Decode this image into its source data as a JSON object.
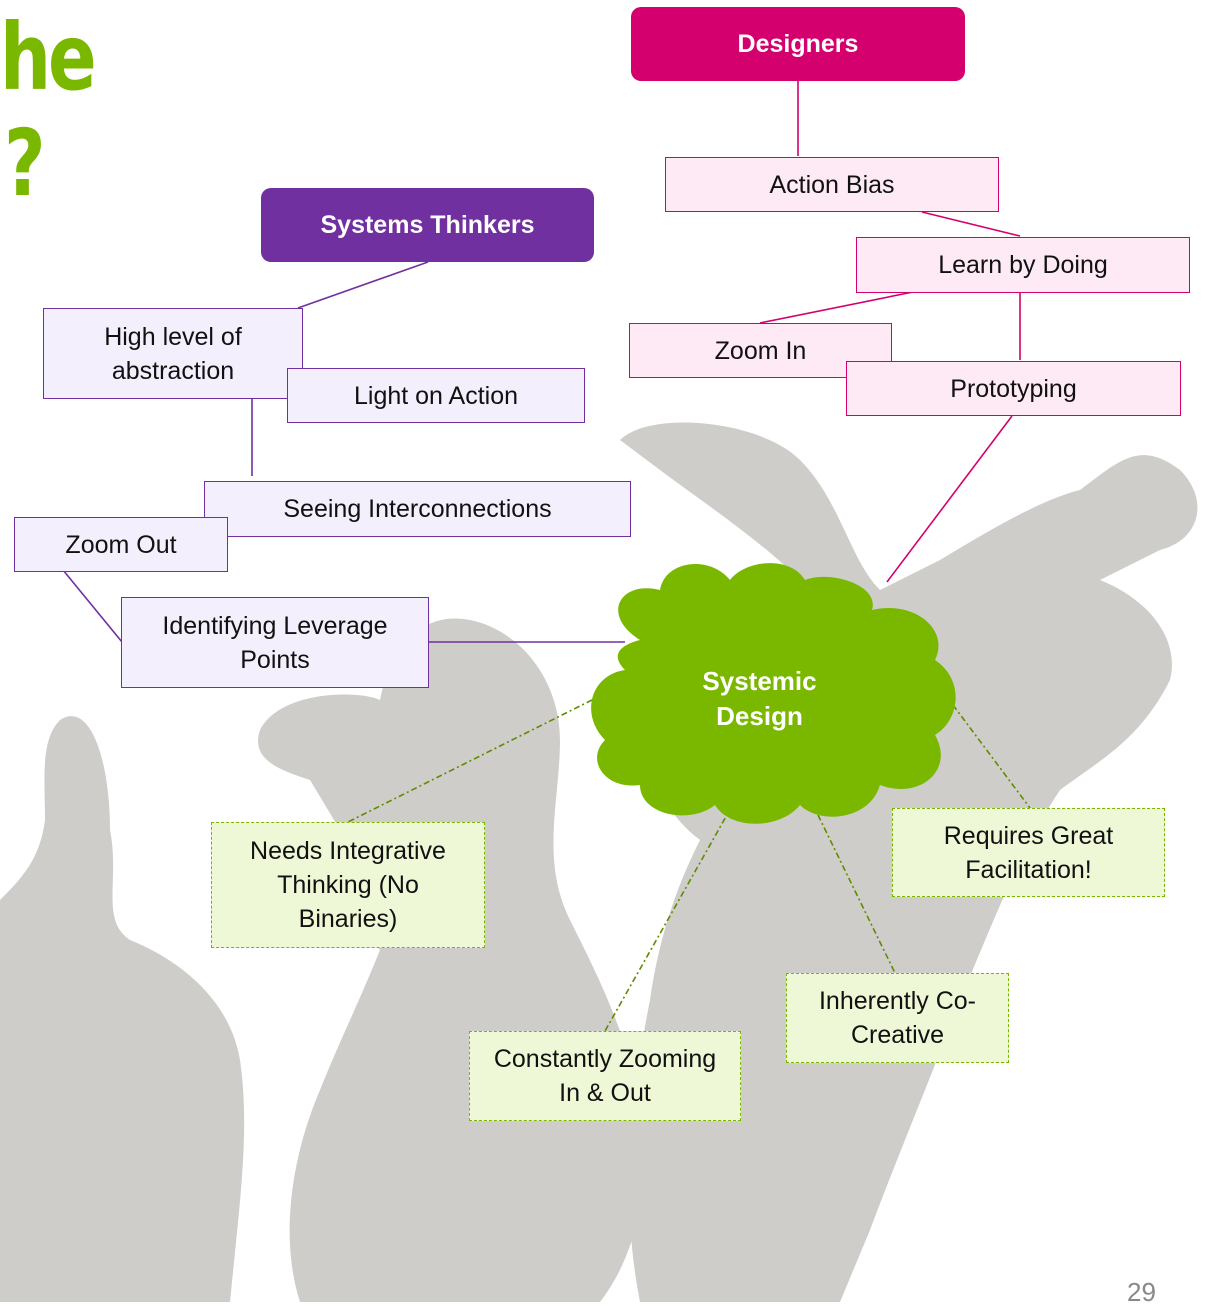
{
  "title_fragments": {
    "line1": "he",
    "line2": "?"
  },
  "systems_thinkers": {
    "header": "Systems Thinkers",
    "items": [
      "High level of abstraction",
      "Light on Action",
      "Seeing Interconnections",
      "Zoom Out",
      "Identifying Leverage Points"
    ]
  },
  "designers": {
    "header": "Designers",
    "items": [
      "Action Bias",
      "Learn by Doing",
      "Zoom In",
      "Prototyping"
    ]
  },
  "center": {
    "label": "Systemic Design"
  },
  "traits": [
    "Needs Integrative Thinking (No Binaries)",
    "Constantly Zooming In & Out",
    "Inherently Co-Creative",
    "Requires Great Facilitation!"
  ],
  "page_number": "29",
  "colors": {
    "purple": "#7030a0",
    "pink": "#d4006e",
    "green": "#7ab800",
    "silhouette": "#cfcdca"
  }
}
